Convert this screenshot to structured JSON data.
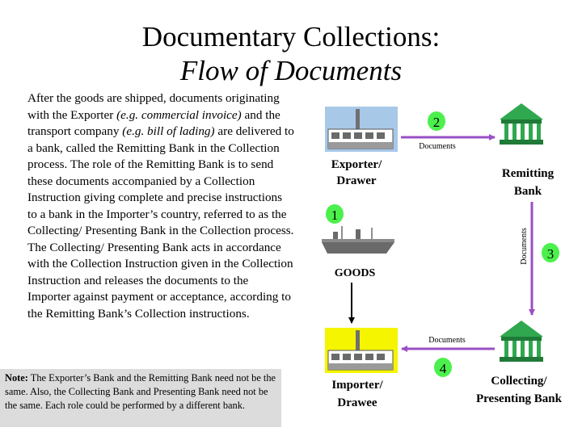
{
  "title": {
    "line1": "Documentary Collections:",
    "line2": "Flow of Documents"
  },
  "body": {
    "p1_a": "After the goods are shipped, documents originating with the Exporter ",
    "p1_b": "(e.g. commercial invoice)",
    "p1_c": " and the transport company ",
    "p1_d": "(e.g. bill of lading)",
    "p1_e": " are delivered to a bank, called the Remitting Bank in the Collection process. The role of the Remitting Bank is to send these documents  accompanied by a Collection Instruction giving complete and precise instructions to a bank in the Importer’s country, referred to as the Collecting/ Presenting Bank in the Collection process.",
    "p2": "The Collecting/ Presenting Bank acts in accordance with the Collection Instruction  given in the Collection Instruction and releases the documents to the Importer against payment or acceptance, according to the Remitting Bank’s Collection instructions."
  },
  "note": {
    "label": "Note:",
    "text": " The Exporter’s Bank and the Remitting Bank need not be the same. Also, the Collecting Bank and Presenting Bank need not be the same. Each role could  be performed by a different bank."
  },
  "diagram": {
    "exporter_line1": "Exporter/",
    "exporter_line2": "Drawer",
    "importer_line1": "Importer/",
    "importer_line2": "Drawee",
    "remitting_line1": "Remitting",
    "remitting_line2": "Bank",
    "collecting_line1": "Collecting/",
    "collecting_line2": "Presenting Bank",
    "goods": "GOODS",
    "documents_top": "Documents",
    "documents_side": "Documents",
    "documents_bottom": "Documents",
    "step1": "1",
    "step2": "2",
    "step3": "3",
    "step4": "4",
    "colors": {
      "step_circle": "#4cf04c",
      "arrow": "#9a4fc4",
      "bank_green": "#2fa84f",
      "importer_yellow": "#f5f500"
    }
  }
}
